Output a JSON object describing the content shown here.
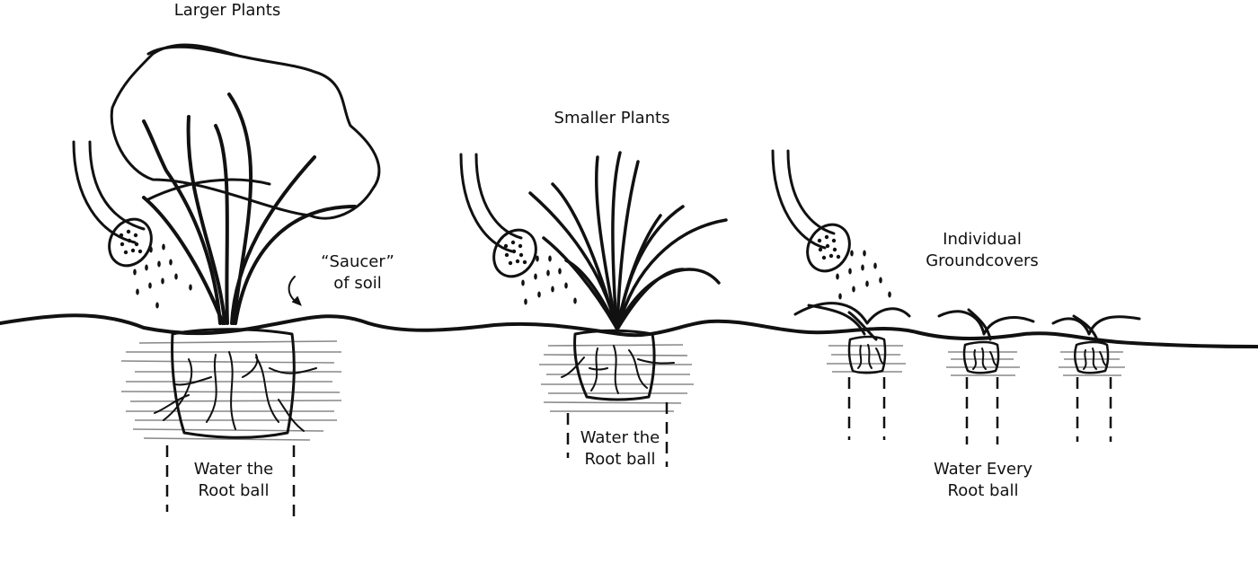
{
  "labels": {
    "larger_plants": "Larger Plants",
    "smaller_plants": "Smaller Plants",
    "individual_groundcovers": [
      "Individual",
      "Groundcovers"
    ],
    "saucer_of_soil": [
      "“Saucer”",
      "of soil"
    ],
    "water_root_ball_large": [
      "Water the",
      "Root ball"
    ],
    "water_root_ball_small": [
      "Water the",
      "Root ball"
    ],
    "water_every_root_ball": [
      "Water Every",
      "Root ball"
    ]
  },
  "colors": {
    "ink": "#111111",
    "foliage_fill": "#cfd0d2",
    "rootball_fill": "#c4c5c7",
    "soil_lines": "#888888"
  }
}
